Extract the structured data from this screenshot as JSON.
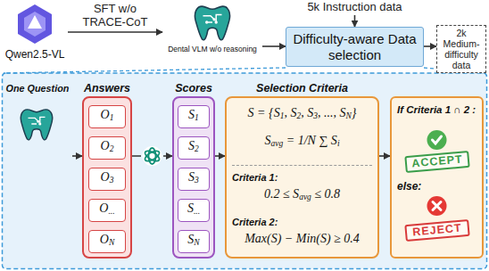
{
  "diagram": {
    "nodes": [
      {
        "text": [
          "Qwen2.5-VL"
        ]
      },
      {
        "text": [
          "Dental VLM w/o reasoning"
        ]
      },
      {
        "text": [
          "5k Instruction data"
        ]
      },
      {
        "text": [
          "Difficulty-aware Data selection"
        ]
      },
      {
        "text": [
          "2k Medium-difficulty data"
        ]
      },
      {
        "text": [
          "One Question"
        ]
      },
      {
        "text": [
          "Answers"
        ]
      },
      {
        "text": [
          "O1"
        ],
        "in": 6
      },
      {
        "text": [
          "O2"
        ],
        "in": 6
      },
      {
        "text": [
          "O3"
        ],
        "in": 6
      },
      {
        "text": [
          "O..."
        ],
        "in": 6
      },
      {
        "text": [
          "ON"
        ],
        "in": 6
      },
      {
        "text": [
          "Scores"
        ]
      },
      {
        "text": [
          "S1"
        ],
        "in": 12
      },
      {
        "text": [
          "S2"
        ],
        "in": 12
      },
      {
        "text": [
          "S3"
        ],
        "in": 12
      },
      {
        "text": [
          "S..."
        ],
        "in": 12
      },
      {
        "text": [
          "SN"
        ],
        "in": 12
      },
      {
        "text": [
          "Selection Criteria",
          "S = {S1, S2, S3, ..., SN}",
          "Savg = 1/N ∑ Si",
          "Criteria 1:",
          "0.2 ≤ Savg ≤ 0.8",
          "Criteria 2:",
          "Max(S) − Min(S) ≥ 0.4"
        ]
      },
      {
        "text": [
          "If Criteria 1 ∩ 2 :",
          "ACCEPT",
          "else:",
          "REJECT"
        ]
      }
    ],
    "edges": [
      {
        "from": 0,
        "to": 1,
        "label": "SFT w/o TRACE-CoT",
        "arrow": "to"
      },
      {
        "from": 2,
        "to": 3,
        "arrow": "to"
      },
      {
        "from": 1,
        "to": 3,
        "arrow": "to"
      },
      {
        "from": 3,
        "to": 4,
        "arrow": "to"
      },
      {
        "from": 5,
        "to": 6,
        "arrow": "to"
      },
      {
        "from": 6,
        "to": 12,
        "arrow": "to"
      },
      {
        "from": 12,
        "to": 18,
        "arrow": "to"
      },
      {
        "from": 18,
        "to": 19,
        "arrow": "to"
      }
    ]
  }
}
